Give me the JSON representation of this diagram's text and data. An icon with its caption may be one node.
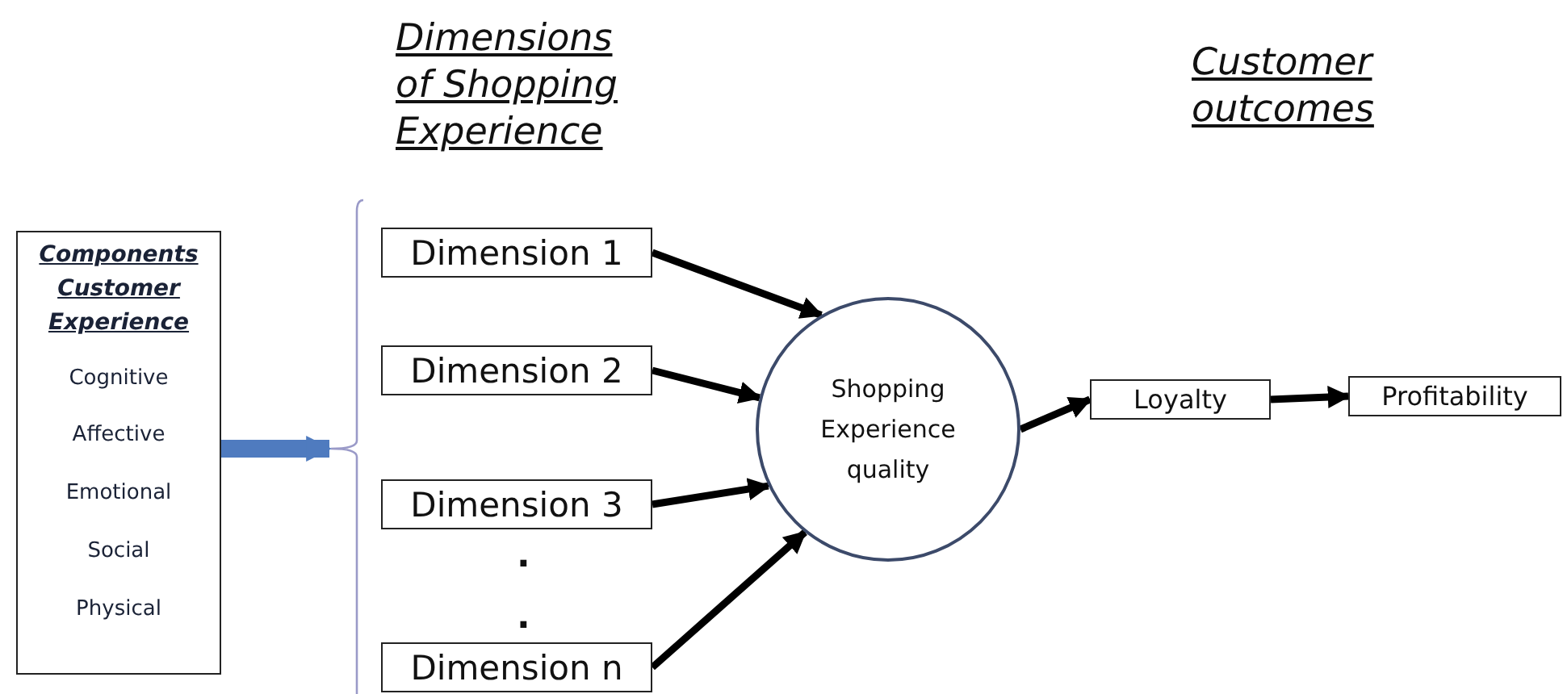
{
  "diagram": {
    "nodes": [
      {
        "text": [
          "Components Customer Experience",
          "Cognitive",
          "Affective",
          "Emotional",
          "Social",
          "Physical"
        ]
      },
      {
        "text": [],
        "shape": "bracket"
      },
      {
        "text": [
          "Dimension 1"
        ]
      },
      {
        "text": [
          "Dimension 2"
        ]
      },
      {
        "text": [
          "Dimension 3"
        ]
      },
      {
        "text": [
          "Dimension n"
        ]
      },
      {
        "text": [
          "Shopping Experience quality"
        ]
      },
      {
        "text": [
          "Loyalty"
        ]
      },
      {
        "text": [
          "Profitability"
        ]
      }
    ],
    "edges": [
      {
        "from": 0,
        "to": 1,
        "arrow": "to",
        "style": "thick",
        "color": "#4f7bbf"
      },
      {
        "from": 2,
        "to": 6,
        "arrow": "to"
      },
      {
        "from": 3,
        "to": 6,
        "arrow": "to"
      },
      {
        "from": 4,
        "to": 6,
        "arrow": "to"
      },
      {
        "from": 5,
        "to": 6,
        "arrow": "to"
      },
      {
        "from": 6,
        "to": 7,
        "arrow": "to"
      },
      {
        "from": 7,
        "to": 8,
        "arrow": "to"
      }
    ],
    "labels": [
      "Dimensions of Shopping Experience",
      "Customer outcomes",
      ".",
      "."
    ]
  }
}
